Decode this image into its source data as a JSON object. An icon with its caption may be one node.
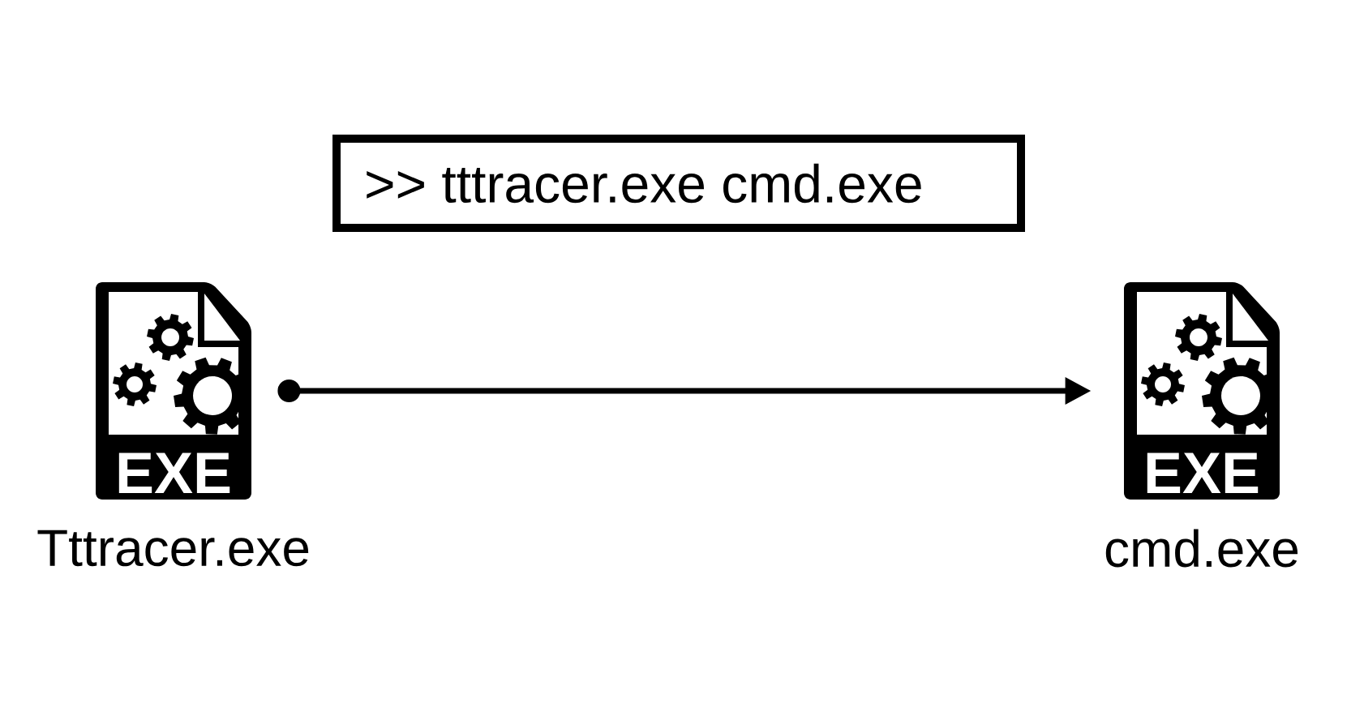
{
  "diagram": {
    "nodes": [
      {
        "text": [
          ">> tttracer.exe cmd.exe"
        ]
      },
      {
        "text": [
          "EXE"
        ],
        "beside": [
          "Tttracer.exe"
        ]
      },
      {
        "text": [
          "EXE"
        ],
        "beside": [
          "cmd.exe"
        ]
      }
    ],
    "edges": [
      {
        "from": 1,
        "to": 2,
        "arrow": "to"
      }
    ]
  }
}
